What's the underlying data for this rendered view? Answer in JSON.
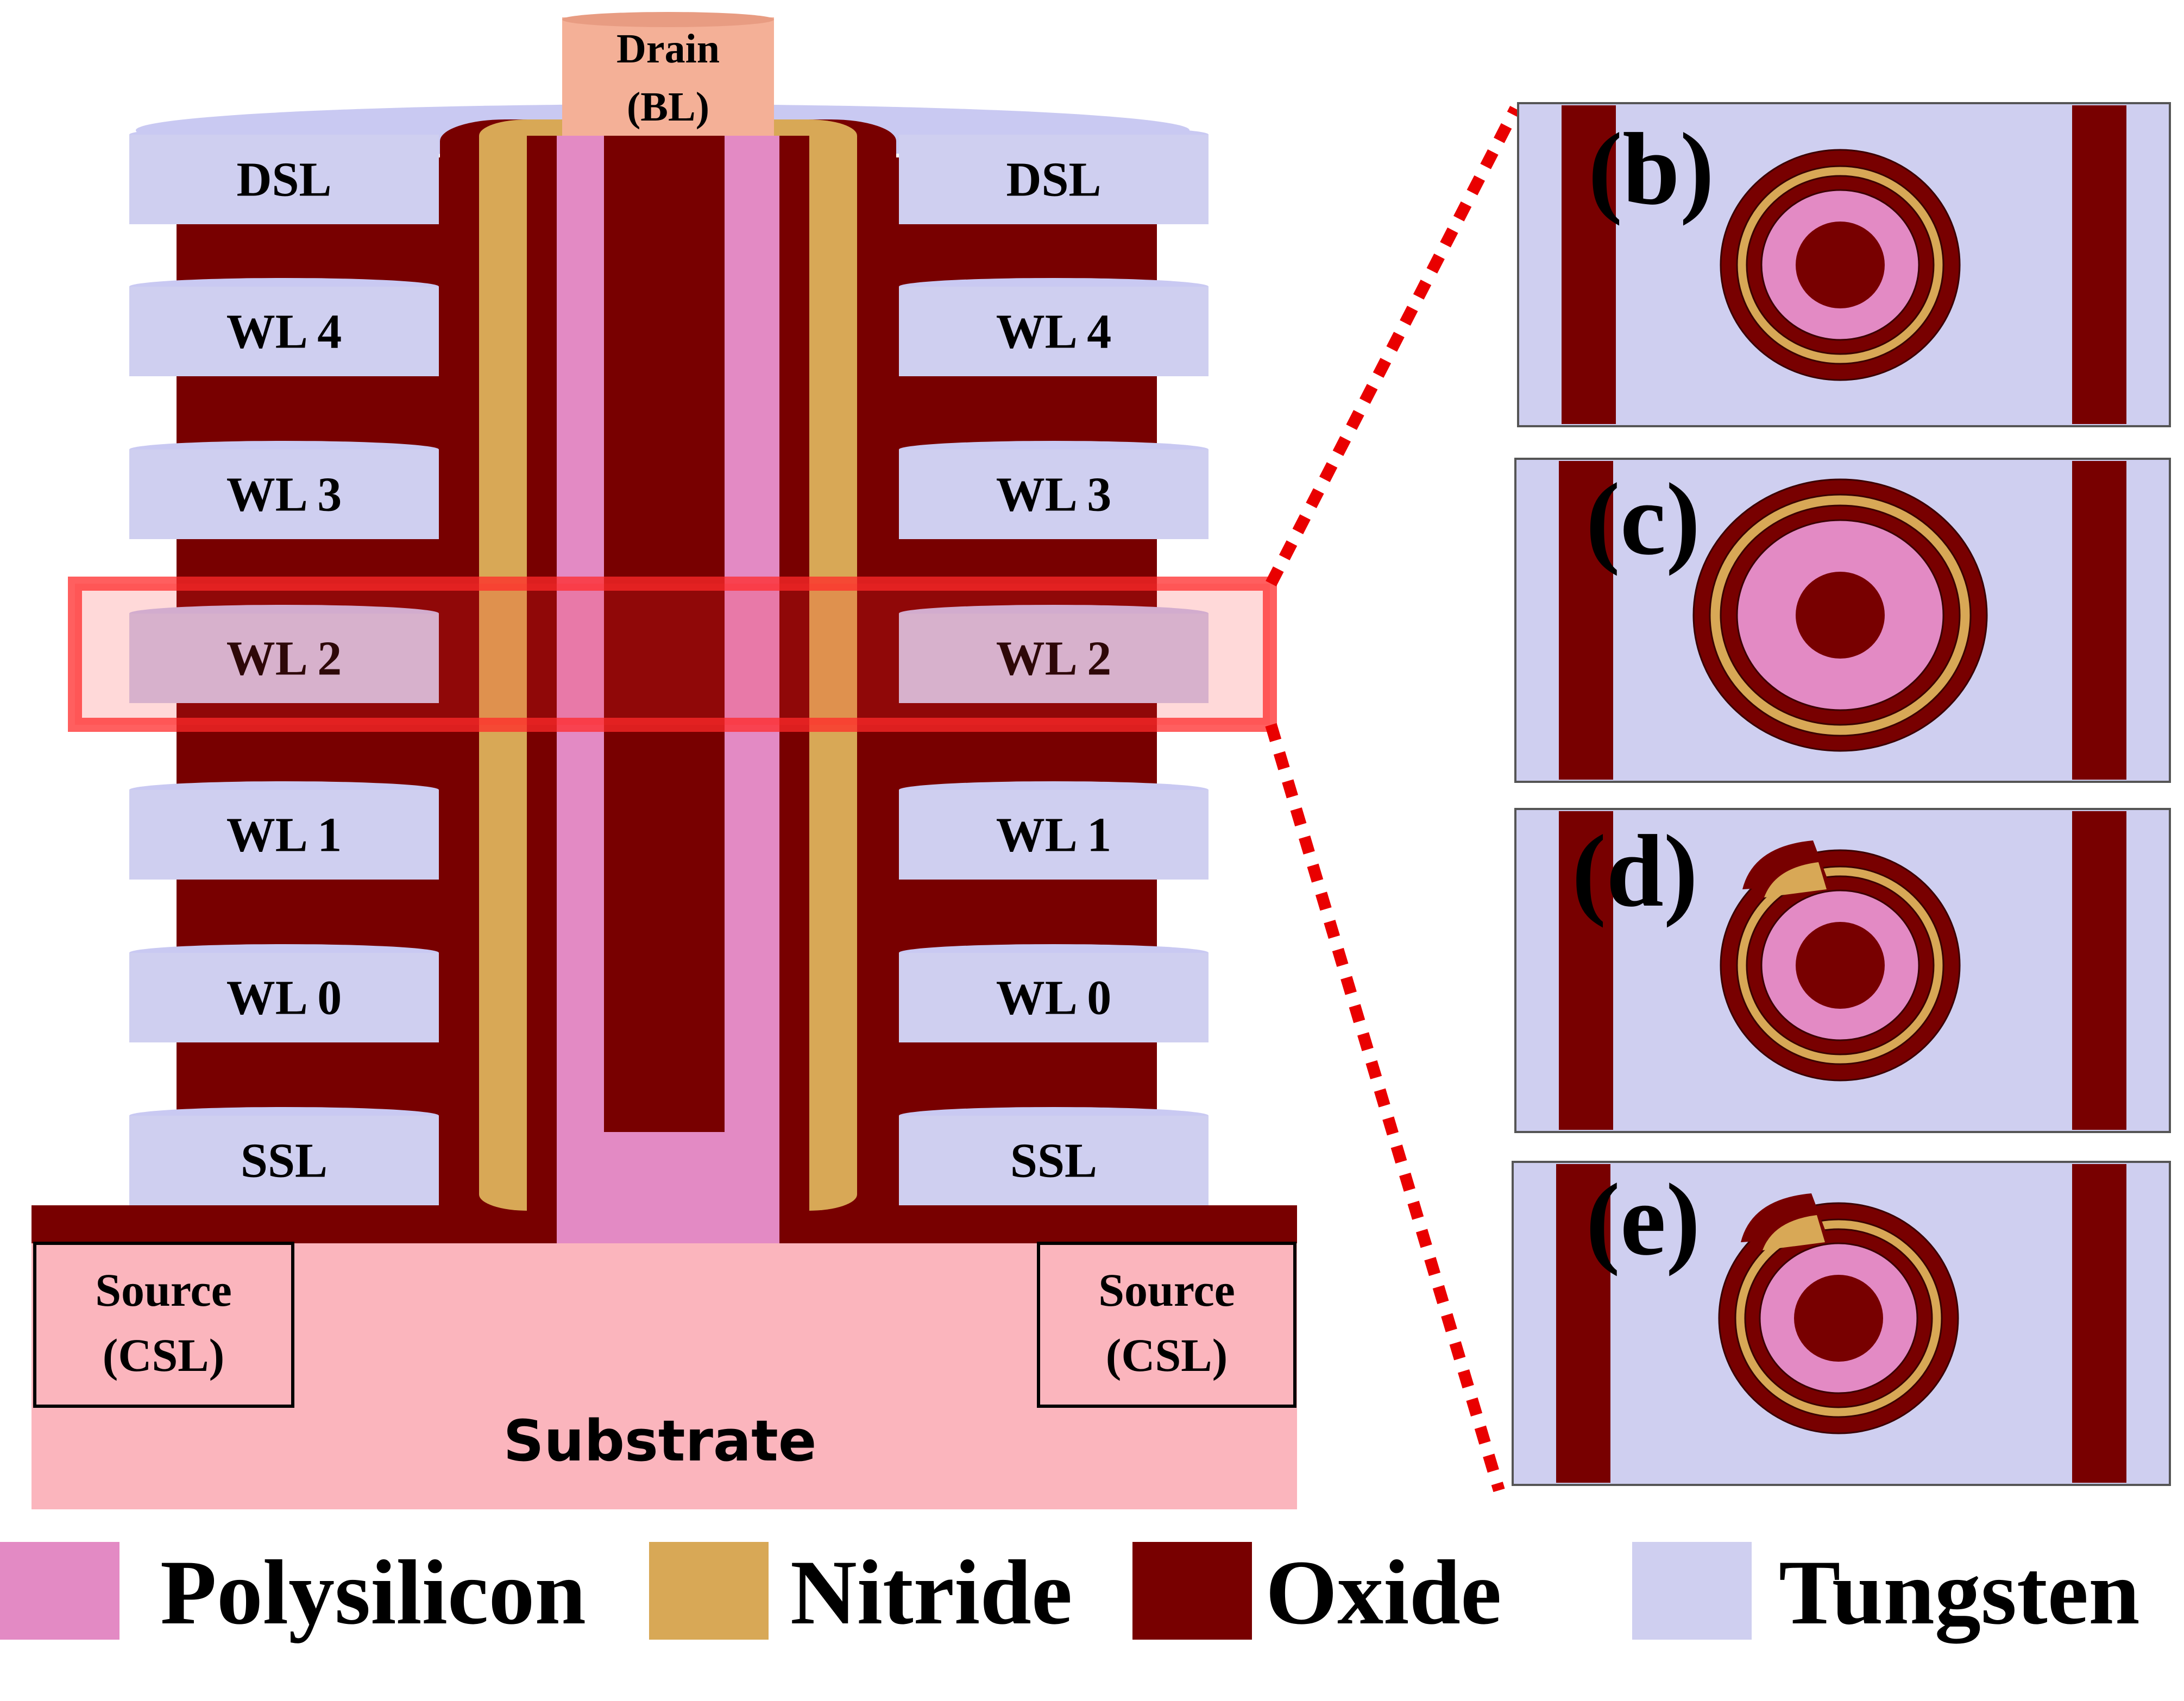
{
  "colors": {
    "polysilicon": "#e38ac4",
    "nitride": "#d8a856",
    "oxide": "#780000",
    "tungsten": "#cfcff0",
    "substrate": "#fbb5bd",
    "drain": "#f4b097",
    "highlight": "#ff2a2a",
    "connector": "#e90000"
  },
  "drain": {
    "line1": "Drain",
    "line2": "(BL)"
  },
  "layers_left": [
    "DSL",
    "WL 4",
    "WL 3",
    "WL 2",
    "WL 1",
    "WL 0",
    "SSL"
  ],
  "layers_right": [
    "DSL",
    "WL 4",
    "WL 3",
    "WL 2",
    "WL 1",
    "WL 0",
    "SSL"
  ],
  "source_left": {
    "line1": "Source",
    "line2": "(CSL)"
  },
  "source_right": {
    "line1": "Source",
    "line2": "(CSL)"
  },
  "substrate_label": "Substrate",
  "panels": [
    "(b)",
    "(c)",
    "(d)",
    "(e)"
  ],
  "legend": [
    {
      "label": "Polysilicon",
      "color": "#e38ac4"
    },
    {
      "label": "Nitride",
      "color": "#d8a856"
    },
    {
      "label": "Oxide",
      "color": "#780000"
    },
    {
      "label": "Tungsten",
      "color": "#cfcff0"
    }
  ]
}
